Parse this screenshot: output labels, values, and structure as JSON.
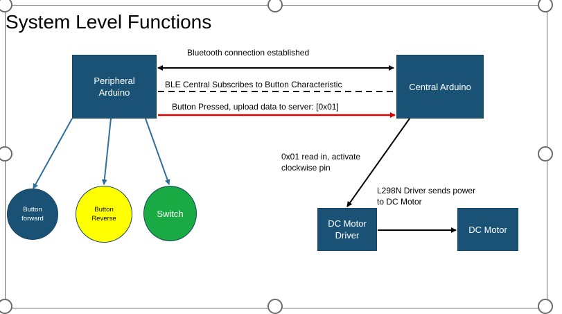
{
  "title": "System Level Functions",
  "nodes": {
    "peripheral": "Peripheral\nArduino",
    "central": "Central Arduino",
    "motor_driver": "DC Motor\nDriver",
    "motor": "DC Motor",
    "button_forward": "Button\nforward",
    "button_reverse": "Button\nReverse",
    "switch": "Switch"
  },
  "edges": {
    "bluetooth": "Bluetooth connection established",
    "subscribe": "BLE Central Subscribes to Button Characteristic",
    "pressed": "Button Pressed, upload data to server: [0x01]",
    "read_in": "0x01 read in, activate\nclockwise pin",
    "driver_power": "L298N Driver sends power\nto DC Motor"
  },
  "colors": {
    "box": "#1a5276",
    "button_forward": "#1a5276",
    "button_reverse": "#ffff00",
    "switch": "#1aaa44",
    "arrow_blue": "#2e6f99",
    "arrow_red": "#e00000"
  }
}
